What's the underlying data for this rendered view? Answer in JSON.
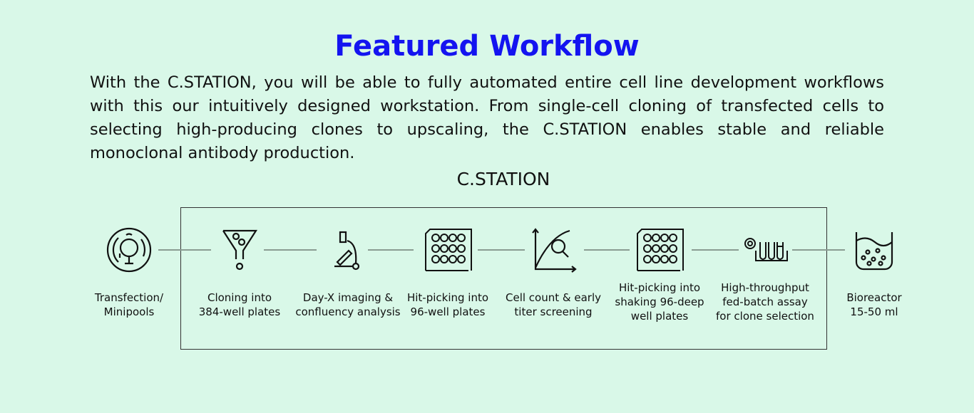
{
  "title": "Featured Workflow",
  "intro": "With the C.STATION, you will be able to fully automated entire cell line development workflows with  this our intuitively designed workstation. From single-cell cloning of transfected cells to selecting high-producing clones to upscaling, the C.STATION enables stable and reliable monoclonal antibody production.",
  "station_label": "C.STATION",
  "colors": {
    "title": "#1414f0",
    "background": "#d9f8e8",
    "connector": "#8a9c92"
  },
  "steps": [
    {
      "icon": "petri-dish-icon",
      "line1": "Transfection/",
      "line2": "Minipools"
    },
    {
      "icon": "funnel-cells-icon",
      "line1": "Cloning into",
      "line2": "384-well plates"
    },
    {
      "icon": "microscope-icon",
      "line1": "Day-X imaging &",
      "line2": "confluency analysis"
    },
    {
      "icon": "well-plate-icon",
      "line1": "Hit-picking into",
      "line2": "96-well plates"
    },
    {
      "icon": "growth-chart-magnifier-icon",
      "line1": "Cell count & early",
      "line2": "titer screening"
    },
    {
      "icon": "deep-well-plate-icon",
      "line1": "Hit-picking into",
      "line2": "shaking 96-deep",
      "line3": "well plates"
    },
    {
      "icon": "test-tubes-icon",
      "line1": "High-throughput",
      "line2": "fed-batch assay",
      "line3": "for clone selection"
    },
    {
      "icon": "bioreactor-icon",
      "line1": "Bioreactor",
      "line2": "15-50 ml"
    }
  ]
}
